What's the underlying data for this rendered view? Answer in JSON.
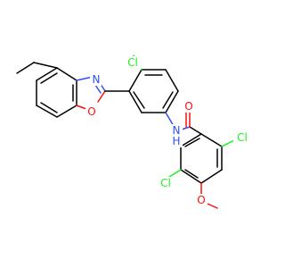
{
  "molecule": {
    "atoms": {
      "cl_top": "Cl",
      "n_oxazole": "N",
      "o_oxazole": "O",
      "o_carbonyl": "O",
      "nh": "N",
      "h_amide": "H",
      "cl_right": "Cl",
      "cl_left": "Cl",
      "o_methoxy": "O"
    }
  },
  "colors": {
    "carbon": "#000000",
    "nitrogen": "#3050F8",
    "oxygen": "#FF0D0D",
    "chlorine": "#1FF01F"
  }
}
